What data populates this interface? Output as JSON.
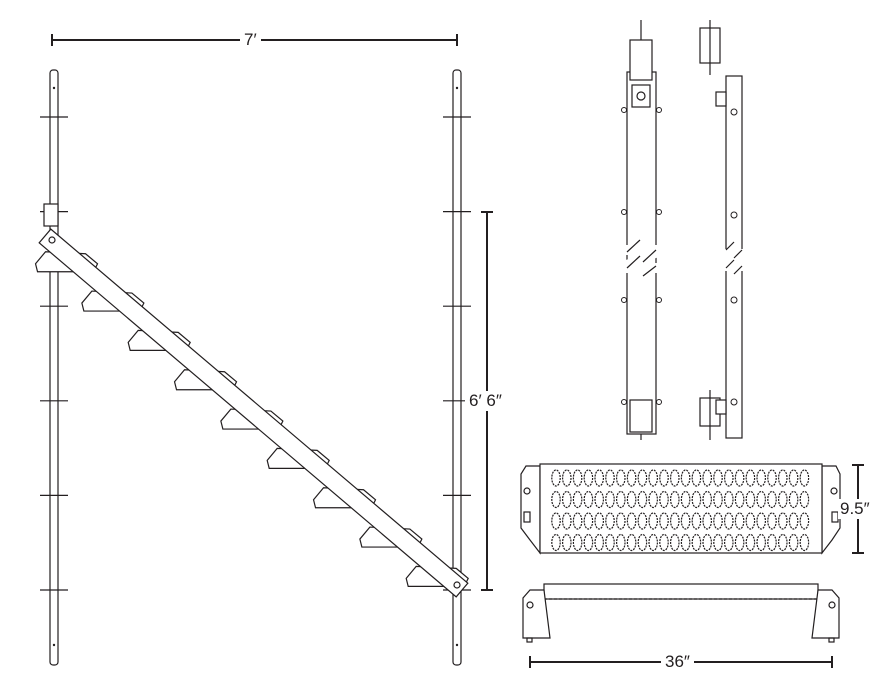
{
  "dimensions": {
    "width_label": "7′",
    "height_label": "6′ 6″",
    "tread_depth_label": "9.5″",
    "tread_width_label": "36″"
  },
  "drawing": {
    "tread_count": 9,
    "tread_hole_rows": 4,
    "tread_hole_columns": 24,
    "ledger_count": 6
  }
}
